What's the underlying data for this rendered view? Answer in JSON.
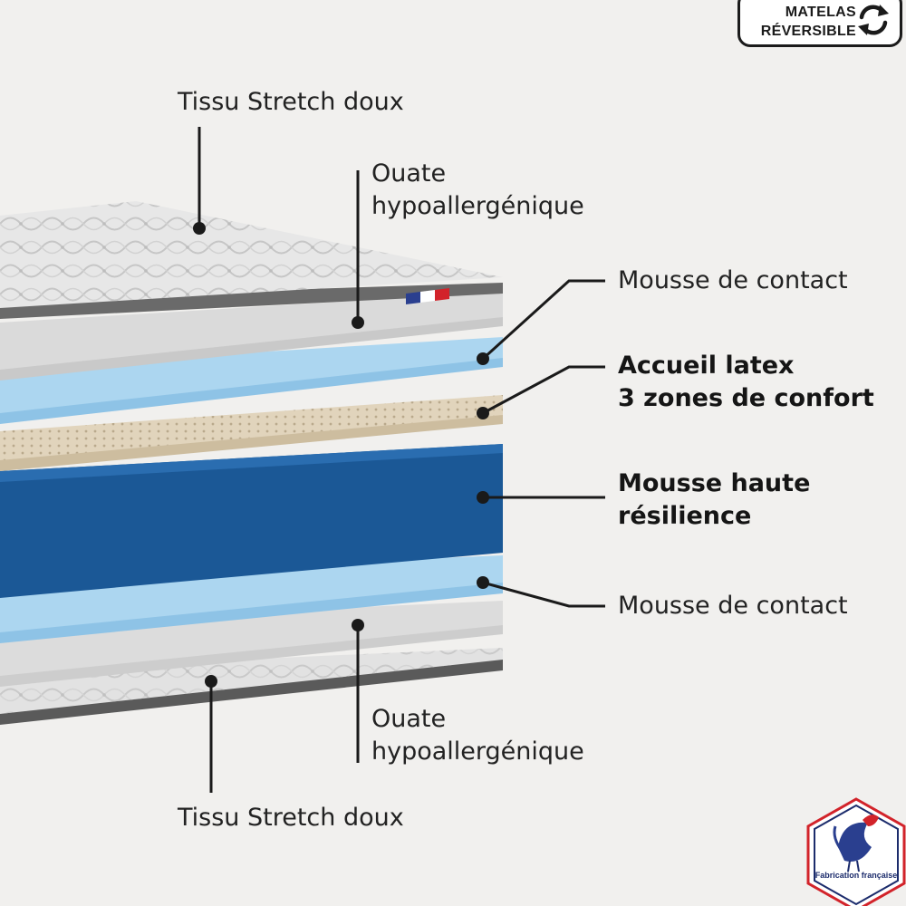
{
  "badge": {
    "line1": "MATELAS",
    "line2": "RÉVERSIBLE",
    "icon": "refresh-icon"
  },
  "labels": {
    "top_tissu": "Tissu Stretch doux",
    "top_ouate_1": "Ouate",
    "top_ouate_2": "hypoallergénique",
    "top_mousse_contact": "Mousse de contact",
    "latex_1": "Accueil latex",
    "latex_2": "3 zones de confort",
    "haute_1": "Mousse haute",
    "haute_2": "résilience",
    "bottom_mousse_contact": "Mousse de contact",
    "bottom_ouate_1": "Ouate",
    "bottom_ouate_2": "hypoallergénique",
    "bottom_tissu": "Tissu Stretch doux"
  },
  "logo": {
    "caption": "Fabrication française",
    "icon": "rooster-icon"
  },
  "colors": {
    "background": "#f1f0ee",
    "quilted_fabric": "#e4e4e4",
    "wadding": "#d7d7d7",
    "contact_foam": "#a9d3ee",
    "latex": "#d9cbb3",
    "high_resilience_foam": "#1f61a4",
    "leader_line": "#1a1a1a",
    "flag_blue": "#2a3f8f",
    "flag_red": "#d2232a",
    "logo_navy": "#1c2c6c"
  }
}
